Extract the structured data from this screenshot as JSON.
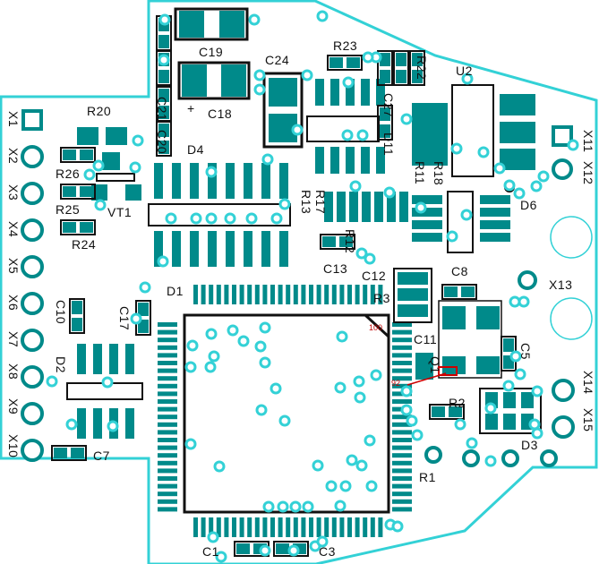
{
  "colors": {
    "background": "#ffffff",
    "board_outline": "#33d1d6",
    "pad": "#008a8a",
    "via": "#33d1d6",
    "silkscreen": "#111111",
    "marker": "#cc0000"
  },
  "labels": {
    "C19": "C19",
    "C24": "C24",
    "R23": "R23",
    "R22": "R22",
    "U2": "U2",
    "C21": "C21",
    "C18": "C18",
    "plus": "+",
    "C27": "C27",
    "D11": "D11",
    "R20": "R20",
    "X11": "X11",
    "C20": "C20",
    "D4": "D4",
    "X1": "X1",
    "X2": "X2",
    "R26": "R26",
    "R11": "R11",
    "R18": "R18",
    "X12": "X12",
    "X3": "X3",
    "VT1": "VT1",
    "R25": "R25",
    "R13": "R13",
    "R17": "R17",
    "D6": "D6",
    "X4": "X4",
    "R24": "R24",
    "R12": "R12",
    "X5": "X5",
    "C13": "C13",
    "C12": "C12",
    "C8": "C8",
    "X13": "X13",
    "D1": "D1",
    "R3": "R3",
    "X6": "X6",
    "C10": "C10",
    "C17": "C17",
    "X7": "X7",
    "C11": "C11",
    "C5": "C5",
    "X8": "X8",
    "D2": "D2",
    "Q1": "Q1",
    "X14": "X14",
    "X9": "X9",
    "R2": "R2",
    "X10": "X10",
    "C7": "C7",
    "D3": "D3",
    "X15": "X15",
    "R1": "R1",
    "C1": "C1",
    "C3": "C3"
  },
  "markers": {
    "pin100": "100",
    "pin92": "92"
  }
}
